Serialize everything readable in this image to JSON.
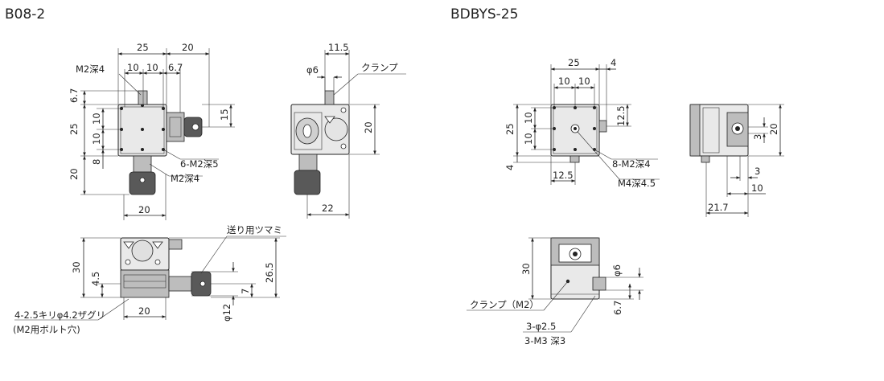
{
  "titles": {
    "left": "B08-2",
    "right": "BDBYS-25"
  },
  "b08": {
    "top_view": {
      "dims": {
        "w25": "25",
        "w20": "20",
        "d10a": "10",
        "d10b": "10",
        "d6_7": "6.7",
        "v6_7": "6.7",
        "v25": "25",
        "v10a": "10",
        "v10b": "10",
        "v15": "15",
        "v8": "8",
        "v20": "20",
        "b20": "20"
      },
      "notes": {
        "m2_top": "M2深4",
        "m2_6": "6-M2深5",
        "m2_bottom": "M2深4"
      }
    },
    "side_view": {
      "dims": {
        "d11_5": "11.5",
        "phi6": "φ6",
        "v20": "20",
        "b22": "22"
      },
      "notes": {
        "clamp": "クランプ"
      }
    },
    "front_view": {
      "dims": {
        "v30": "30",
        "v4_5": "4.5",
        "b20": "20",
        "v26_5": "26.5",
        "v7": "7",
        "phi12": "φ12"
      },
      "notes": {
        "knob": "送り用ツマミ",
        "holes": "4-2.5キリφ4.2ザグリ",
        "holes_sub": "(M2用ボルト穴)"
      }
    }
  },
  "bdbys": {
    "top_view": {
      "dims": {
        "w25": "25",
        "w4": "4",
        "d10a": "10",
        "d10b": "10",
        "v12_5": "12.5",
        "v25": "25",
        "v10a": "10",
        "v10b": "10",
        "v4": "4",
        "b12_5": "12.5"
      },
      "notes": {
        "m2": "8-M2深4",
        "m4": "M4深4.5"
      }
    },
    "side_view": {
      "dims": {
        "v20": "20",
        "v3": "3",
        "h3": "3",
        "h10": "10",
        "b21_7": "21.7"
      }
    },
    "front_view": {
      "dims": {
        "v30": "30",
        "phi6": "φ6",
        "v6_7": "6.7"
      },
      "notes": {
        "clamp": "クランプ（M2）",
        "holes": "3-φ2.5",
        "holes_sub": "3-M3 深3"
      }
    }
  }
}
